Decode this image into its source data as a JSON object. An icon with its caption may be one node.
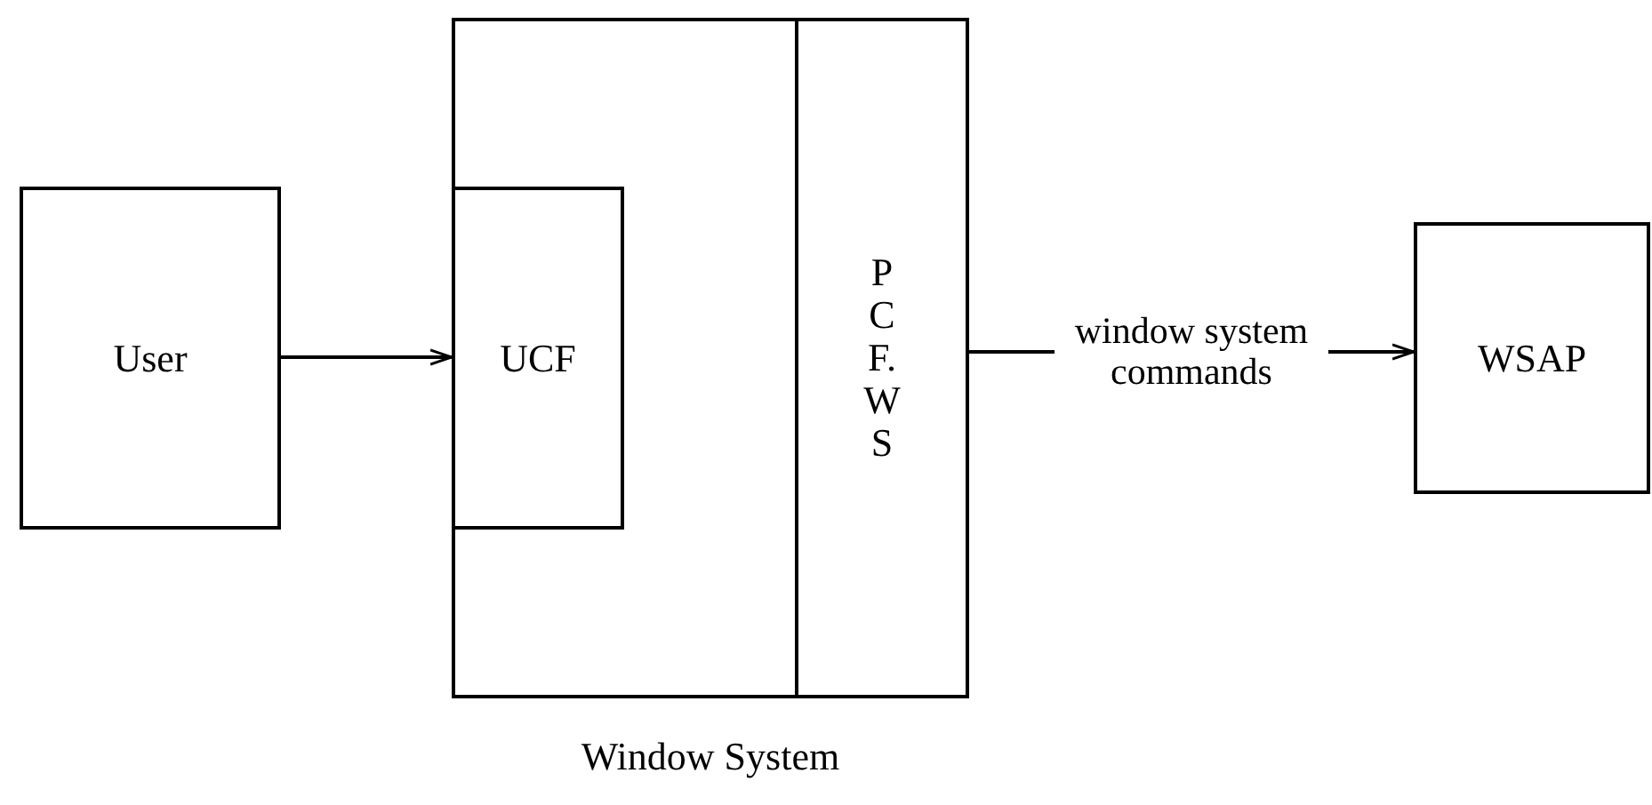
{
  "diagram": {
    "nodes": [
      {
        "text": [
          "Window System"
        ]
      },
      {
        "text": [
          "User"
        ]
      },
      {
        "text": [
          "UCF"
        ],
        "in": 0
      },
      {
        "text": [
          "PCF.WS"
        ],
        "in": 0
      },
      {
        "text": [
          "WSAP"
        ]
      }
    ],
    "edges": [
      {
        "from": 1,
        "to": 2,
        "arrow": "to"
      },
      {
        "from": 3,
        "to": 4,
        "arrow": "to",
        "label": "window system commands"
      }
    ]
  }
}
